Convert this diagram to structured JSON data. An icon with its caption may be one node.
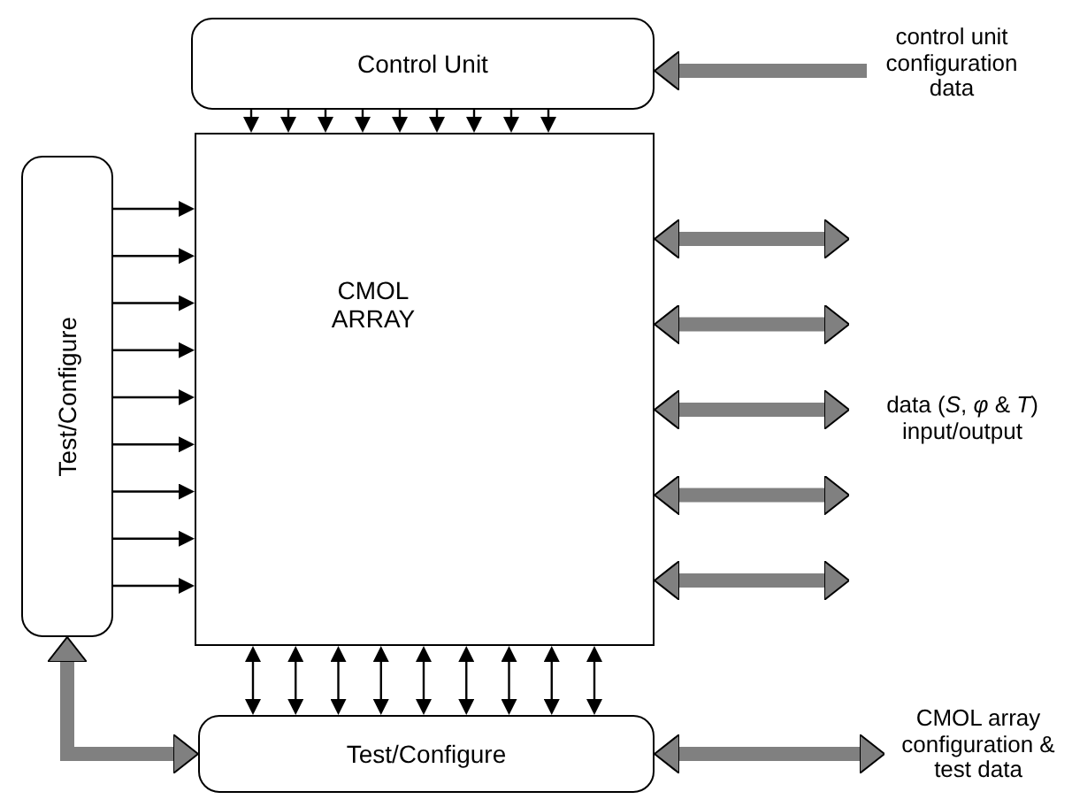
{
  "diagram": {
    "nodes": [
      {
        "text": [
          "Control Unit"
        ]
      },
      {
        "text": [
          "CMOL ARRAY"
        ]
      },
      {
        "text": [
          "Test/Configure"
        ]
      },
      {
        "text": [
          "Test/Configure"
        ]
      },
      {
        "text": [
          "control unit configuration data"
        ]
      },
      {
        "text": [
          "CMOL array configuration & test data"
        ]
      }
    ],
    "edges": [
      {
        "from": 4,
        "to": 0,
        "arrow": "to",
        "style": "thick",
        "color": "#808080"
      },
      {
        "from": 0,
        "to": 1,
        "arrow": "to"
      },
      {
        "from": 0,
        "to": 1,
        "arrow": "to"
      },
      {
        "from": 0,
        "to": 1,
        "arrow": "to"
      },
      {
        "from": 0,
        "to": 1,
        "arrow": "to"
      },
      {
        "from": 0,
        "to": 1,
        "arrow": "to"
      },
      {
        "from": 0,
        "to": 1,
        "arrow": "to"
      },
      {
        "from": 0,
        "to": 1,
        "arrow": "to"
      },
      {
        "from": 0,
        "to": 1,
        "arrow": "to"
      },
      {
        "from": 0,
        "to": 1,
        "arrow": "to"
      },
      {
        "from": 2,
        "to": 1,
        "arrow": "to"
      },
      {
        "from": 2,
        "to": 1,
        "arrow": "to"
      },
      {
        "from": 2,
        "to": 1,
        "arrow": "to"
      },
      {
        "from": 2,
        "to": 1,
        "arrow": "to"
      },
      {
        "from": 2,
        "to": 1,
        "arrow": "to"
      },
      {
        "from": 2,
        "to": 1,
        "arrow": "to"
      },
      {
        "from": 2,
        "to": 1,
        "arrow": "to"
      },
      {
        "from": 2,
        "to": 1,
        "arrow": "to"
      },
      {
        "from": 2,
        "to": 1,
        "arrow": "to"
      },
      {
        "from": 1,
        "to": 3,
        "arrow": "both"
      },
      {
        "from": 1,
        "to": 3,
        "arrow": "both"
      },
      {
        "from": 1,
        "to": 3,
        "arrow": "both"
      },
      {
        "from": 1,
        "to": 3,
        "arrow": "both"
      },
      {
        "from": 1,
        "to": 3,
        "arrow": "both"
      },
      {
        "from": 1,
        "to": 3,
        "arrow": "both"
      },
      {
        "from": 1,
        "to": 3,
        "arrow": "both"
      },
      {
        "from": 1,
        "to": 3,
        "arrow": "both"
      },
      {
        "from": 1,
        "to": 3,
        "arrow": "both"
      },
      {
        "from": 1,
        "to": null,
        "arrow": "both",
        "style": "thick",
        "color": "#808080"
      },
      {
        "from": 1,
        "to": null,
        "arrow": "both",
        "style": "thick",
        "color": "#808080"
      },
      {
        "from": 1,
        "to": null,
        "arrow": "both",
        "style": "thick",
        "color": "#808080"
      },
      {
        "from": 1,
        "to": null,
        "arrow": "both",
        "style": "thick",
        "color": "#808080"
      },
      {
        "from": 1,
        "to": null,
        "arrow": "both",
        "style": "thick",
        "color": "#808080"
      },
      {
        "from": 2,
        "to": 3,
        "arrow": "both",
        "style": "thick",
        "color": "#808080"
      },
      {
        "from": 3,
        "to": 5,
        "arrow": "both",
        "style": "thick",
        "color": "#808080"
      }
    ],
    "labels": [
      "data (*S*, *φ* & *T*) input/output"
    ]
  }
}
